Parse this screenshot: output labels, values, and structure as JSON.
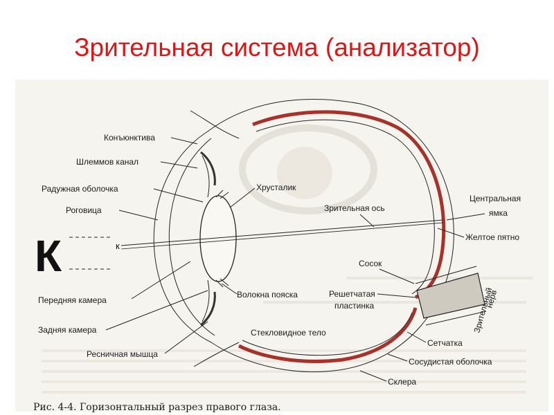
{
  "title": "Зрительная система (анализатор)",
  "letter": "К",
  "small_letter": "к",
  "labels": {
    "conjunctiva": "Конъюнктива",
    "schlemm": "Шлеммов канал",
    "iris": "Радужная  оболочка",
    "cornea": "Роговица",
    "lens": "Хрусталик",
    "axis": "Зрительная ось",
    "fovea_1": "Центральная",
    "fovea_2": "ямка",
    "macula": "Желтое пятно",
    "disc": "Сосок",
    "lamina_1": "Решетчатая",
    "lamina_2": "пластинка",
    "nerve_1": "Зрительный",
    "nerve_2": "нерв",
    "zonule": "Волокна пояска",
    "anterior": "Передняя камера",
    "posterior": "Задняя камера",
    "vitreous": "Стекловидное тело",
    "ciliary": "Ресничная мышца",
    "retina": "Сетчатка",
    "choroid": "Сосудистая оболочка",
    "sclera": "Склера"
  },
  "caption": "Рис. 4-4. Горизонтальный разрез правого глаза.",
  "colors": {
    "title": "#e01414",
    "choroid": "#a8322a"
  }
}
